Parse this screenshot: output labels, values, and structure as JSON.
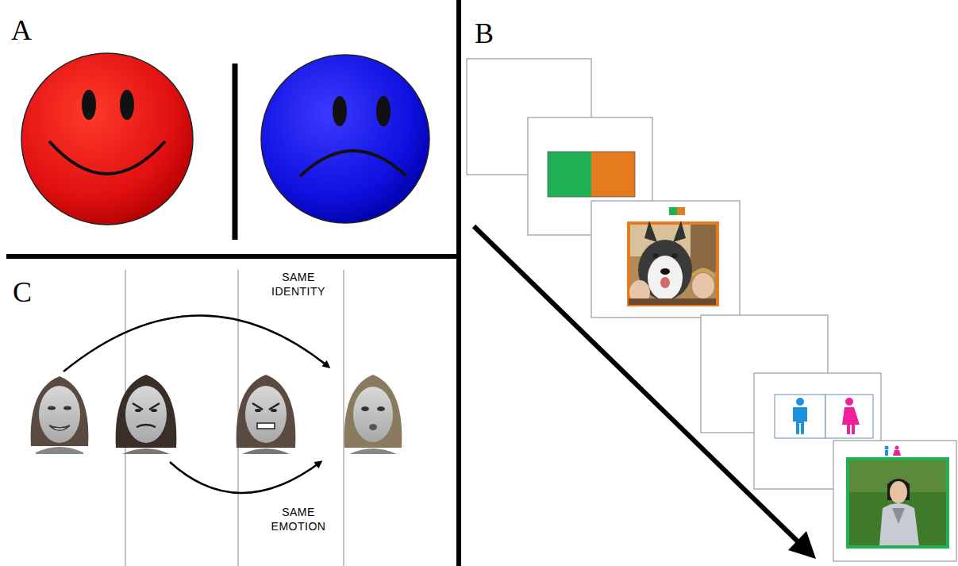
{
  "diagram": {
    "labels": [
      "A",
      "B",
      "C",
      "SAME IDENTITY",
      "SAME EMOTION"
    ]
  }
}
